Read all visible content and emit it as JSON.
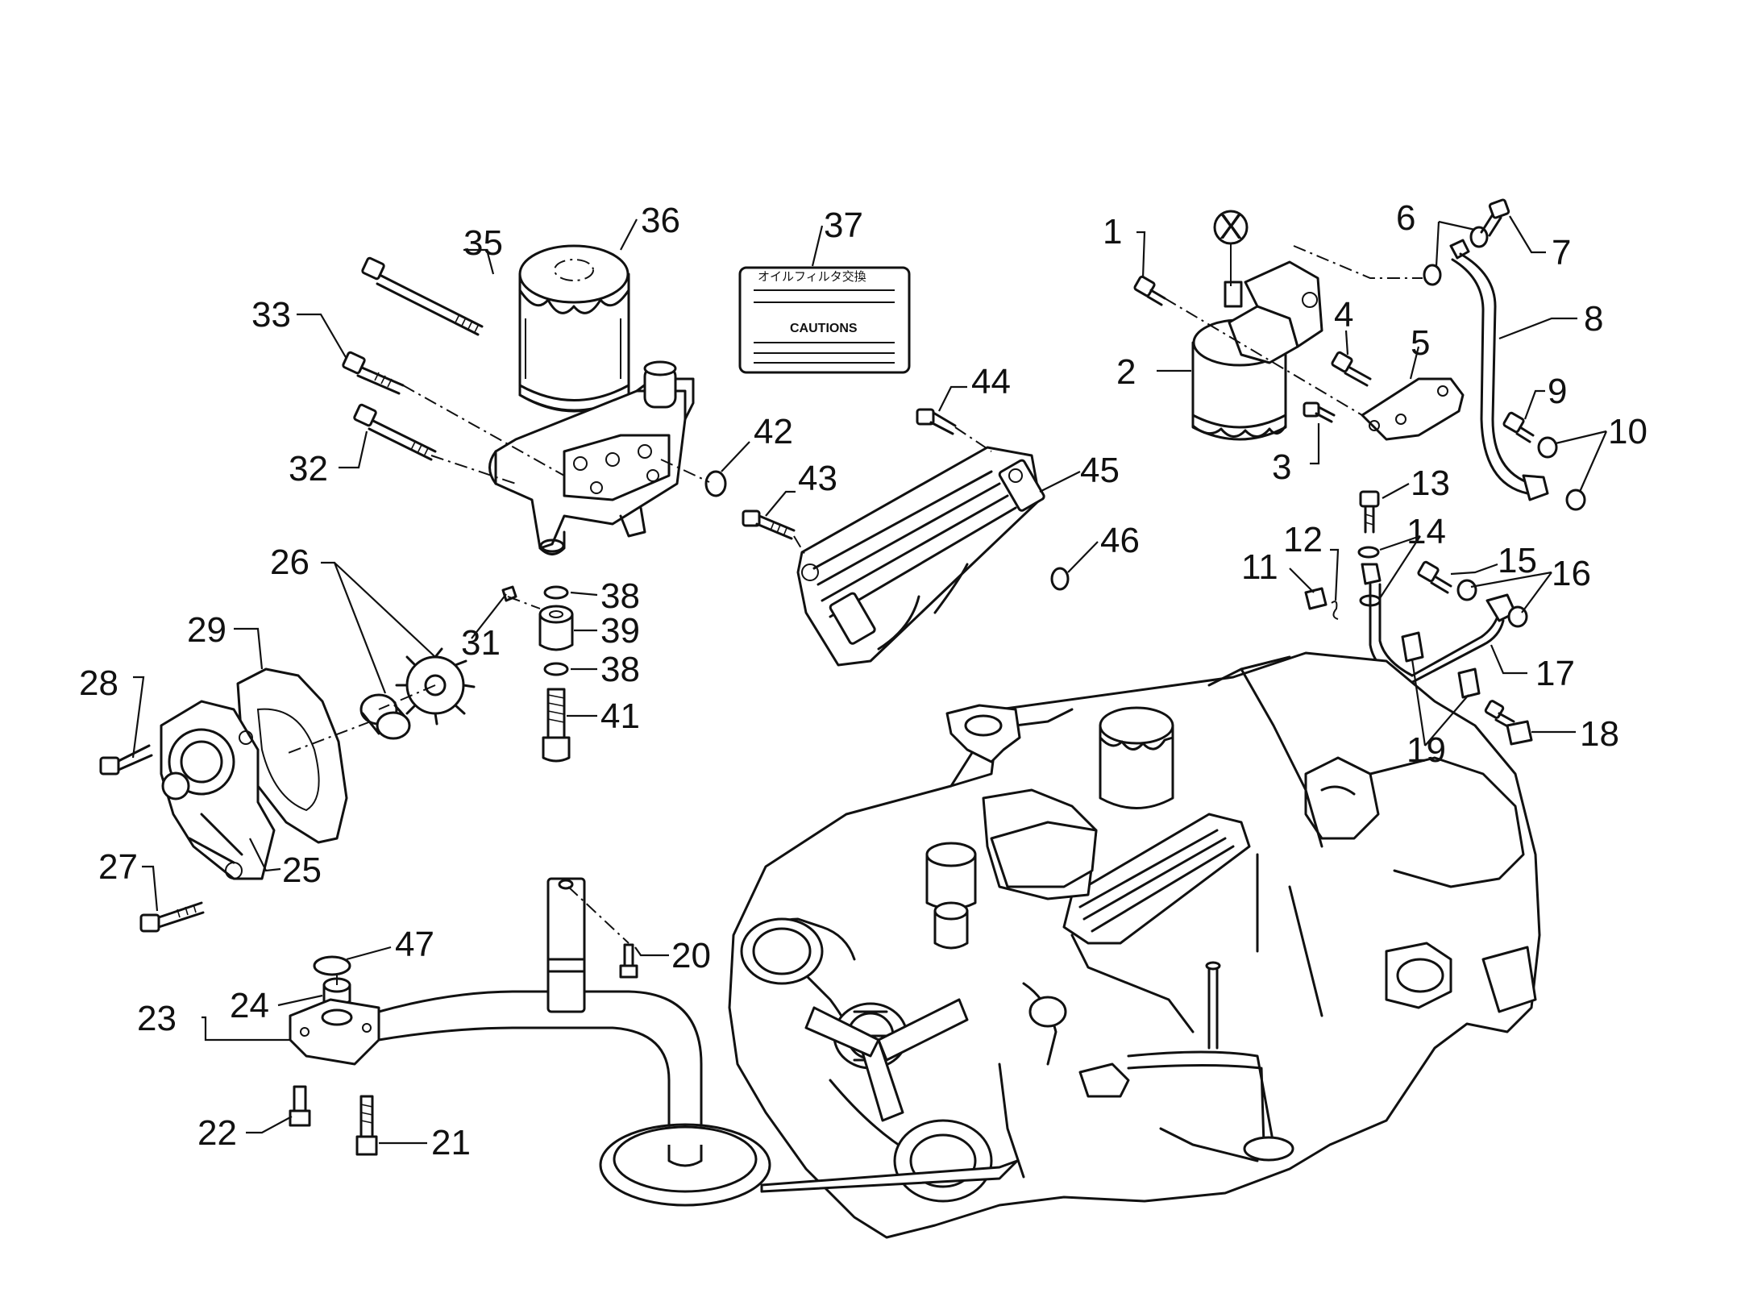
{
  "caution_label": {
    "heading": "オイルフィルタ交換",
    "caution": "CAUTIONS"
  },
  "reference_mark": "X",
  "callouts": [
    {
      "id": "1",
      "text": "1"
    },
    {
      "id": "2",
      "text": "2"
    },
    {
      "id": "3",
      "text": "3"
    },
    {
      "id": "4",
      "text": "4"
    },
    {
      "id": "5",
      "text": "5"
    },
    {
      "id": "6",
      "text": "6"
    },
    {
      "id": "7",
      "text": "7"
    },
    {
      "id": "8",
      "text": "8"
    },
    {
      "id": "9",
      "text": "9"
    },
    {
      "id": "10",
      "text": "10"
    },
    {
      "id": "11",
      "text": "11"
    },
    {
      "id": "12",
      "text": "12"
    },
    {
      "id": "13",
      "text": "13"
    },
    {
      "id": "14",
      "text": "14"
    },
    {
      "id": "15",
      "text": "15"
    },
    {
      "id": "16",
      "text": "16"
    },
    {
      "id": "17",
      "text": "17"
    },
    {
      "id": "18",
      "text": "18"
    },
    {
      "id": "19",
      "text": "19"
    },
    {
      "id": "20",
      "text": "20"
    },
    {
      "id": "21",
      "text": "21"
    },
    {
      "id": "22",
      "text": "22"
    },
    {
      "id": "23",
      "text": "23"
    },
    {
      "id": "24",
      "text": "24"
    },
    {
      "id": "25",
      "text": "25"
    },
    {
      "id": "26",
      "text": "26"
    },
    {
      "id": "27",
      "text": "27"
    },
    {
      "id": "28",
      "text": "28"
    },
    {
      "id": "29",
      "text": "29"
    },
    {
      "id": "31",
      "text": "31"
    },
    {
      "id": "32",
      "text": "32"
    },
    {
      "id": "33",
      "text": "33"
    },
    {
      "id": "35",
      "text": "35"
    },
    {
      "id": "36",
      "text": "36"
    },
    {
      "id": "37",
      "text": "37"
    },
    {
      "id": "38",
      "text": "38"
    },
    {
      "id": "38b",
      "text": "38"
    },
    {
      "id": "39",
      "text": "39"
    },
    {
      "id": "41",
      "text": "41"
    },
    {
      "id": "42",
      "text": "42"
    },
    {
      "id": "43",
      "text": "43"
    },
    {
      "id": "44",
      "text": "44"
    },
    {
      "id": "45",
      "text": "45"
    },
    {
      "id": "46",
      "text": "46"
    },
    {
      "id": "47",
      "text": "47"
    }
  ]
}
